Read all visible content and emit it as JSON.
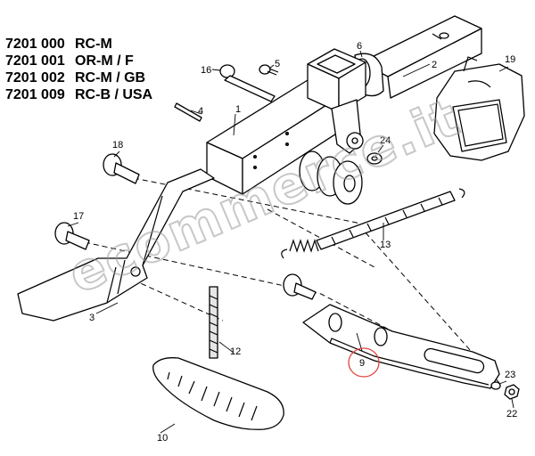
{
  "models": [
    {
      "code": "7201 000",
      "variant": "RC-M"
    },
    {
      "code": "7201 001",
      "variant": "OR-M / F"
    },
    {
      "code": "7201 002",
      "variant": "RC-M / GB"
    },
    {
      "code": "7201 009",
      "variant": "RC-B / USA"
    }
  ],
  "callouts": {
    "c1": "1",
    "c2": "2",
    "c3": "3",
    "c4": "4",
    "c5": "5",
    "c6": "6",
    "c9": "9",
    "c10": "10",
    "c12": "12",
    "c13": "13",
    "c16": "16",
    "c17": "17",
    "c18": "18",
    "c19": "19",
    "c22": "22",
    "c23": "23",
    "c24": "24"
  },
  "highlighted_callout": "9",
  "highlight_color": "#e0443c",
  "watermark": "ecommerce.it"
}
